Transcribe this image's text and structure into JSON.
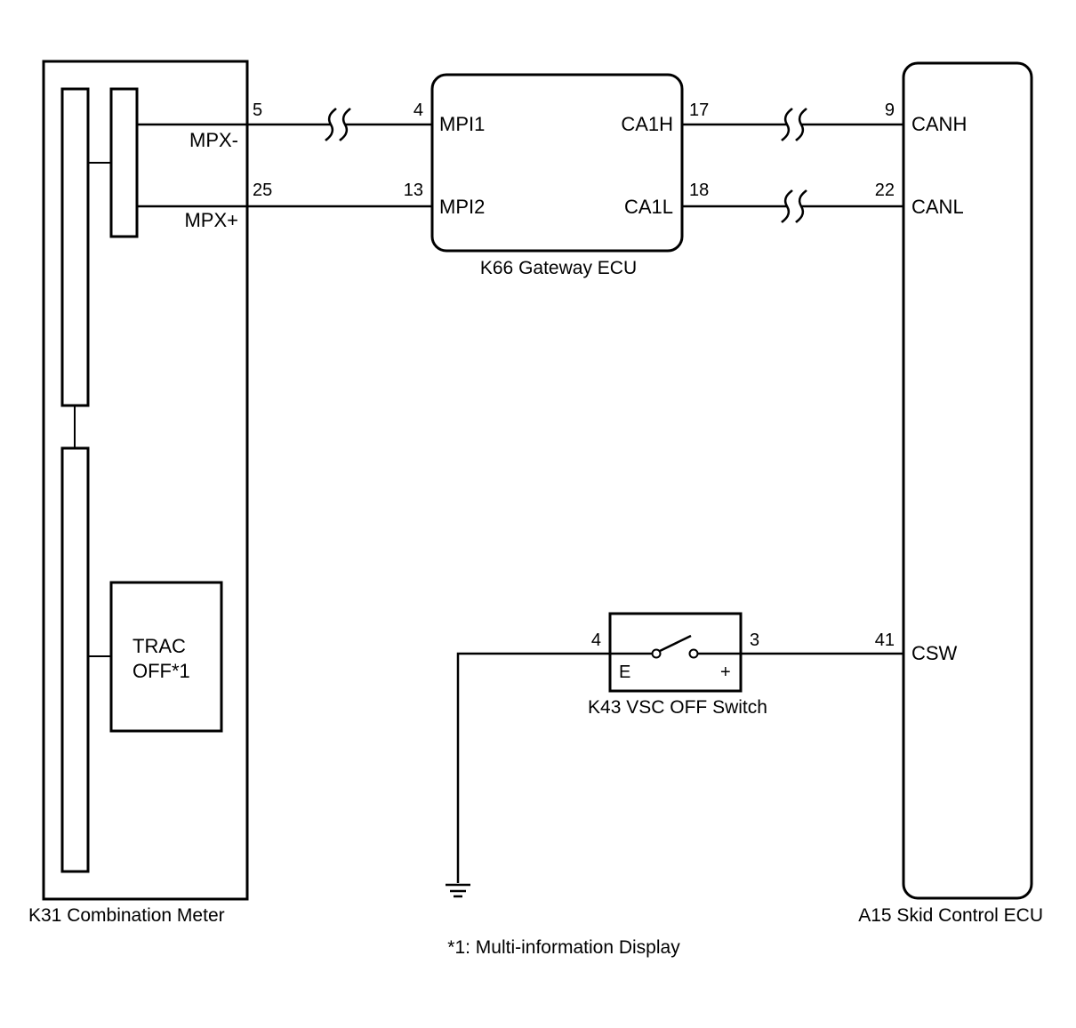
{
  "components": {
    "combination_meter": {
      "label": "K31  Combination Meter",
      "signals": {
        "mpx_minus": "MPX-",
        "mpx_plus": "MPX+"
      },
      "pins": {
        "mpx_minus": "5",
        "mpx_plus": "25"
      },
      "inner_box": [
        "TRAC",
        "OFF*1"
      ]
    },
    "gateway_ecu": {
      "label": "K66  Gateway ECU",
      "signals": {
        "mpi1": "MPI1",
        "mpi2": "MPI2",
        "ca1h": "CA1H",
        "ca1l": "CA1L"
      },
      "pins": {
        "mpi1": "4",
        "mpi2": "13",
        "ca1h": "17",
        "ca1l": "18"
      }
    },
    "skid_control_ecu": {
      "label": "A15  Skid Control ECU",
      "signals": {
        "canh": "CANH",
        "canl": "CANL",
        "csw": "CSW"
      },
      "pins": {
        "canh": "9",
        "canl": "22",
        "csw": "41"
      }
    },
    "vsc_off_switch": {
      "label": "K43  VSC OFF Switch",
      "terminals": {
        "e": "E",
        "plus": "+"
      },
      "pins": {
        "e": "4",
        "plus": "3"
      }
    }
  },
  "footnote": "*1: Multi-information Display"
}
